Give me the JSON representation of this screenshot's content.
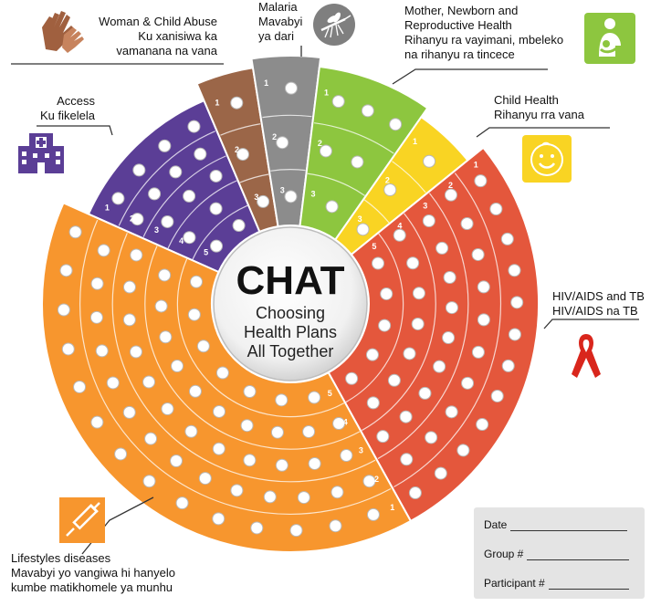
{
  "center": {
    "title": "CHAT",
    "subtitle_lines": [
      "Choosing",
      "Health Plans",
      "All Together"
    ]
  },
  "sectors": [
    {
      "id": "access",
      "color": "#5b3e96",
      "label_lines": [
        "Access",
        "Ku fikelela"
      ],
      "ring_numbers": [
        "1",
        "2",
        "3",
        "4",
        "5"
      ],
      "icon": "hospital-icon"
    },
    {
      "id": "abuse",
      "color": "#9b6648",
      "label_lines": [
        "Woman & Child Abuse",
        "Ku xanisiwa ka",
        "vamanana na vana"
      ],
      "ring_numbers": [
        "1",
        "2",
        "3"
      ],
      "icon": "hands-icon"
    },
    {
      "id": "malaria",
      "color": "#8c8c8c",
      "label_lines": [
        "Malaria",
        "Mavabyi",
        "ya dari"
      ],
      "ring_numbers": [
        "1",
        "2",
        "3"
      ],
      "icon": "mosquito-icon"
    },
    {
      "id": "maternal",
      "color": "#8dc63f",
      "label_lines": [
        "Mother, Newborn and",
        "Reproductive Health",
        "Rihanyu ra vayimani, mbeleko",
        "na rihanyu ra tincece"
      ],
      "ring_numbers": [
        "1",
        "2",
        "3"
      ],
      "icon": "mother-baby-icon"
    },
    {
      "id": "child",
      "color": "#f9d423",
      "label_lines": [
        "Child Health",
        "Rihanyu rra vana"
      ],
      "ring_numbers": [
        "1",
        "2",
        "3"
      ],
      "icon": "smiley-icon"
    },
    {
      "id": "hiv",
      "color": "#e4573c",
      "label_lines": [
        "HIV/AIDS and TB",
        "HIV/AIDS na TB"
      ],
      "ring_numbers": [
        "1",
        "2",
        "3",
        "4",
        "5"
      ],
      "icon": "red-ribbon-icon"
    },
    {
      "id": "lifestyle",
      "color": "#f7962e",
      "label_lines": [
        "Lifestyles diseases",
        "Mavabyi yo vangiwa hi hanyelo",
        "kumbe matikhomele ya munhu"
      ],
      "ring_numbers": [
        "1",
        "2",
        "3",
        "4",
        "5"
      ],
      "icon": "syringe-icon"
    }
  ],
  "form": {
    "date_label": "Date",
    "group_label": "Group #",
    "participant_label": "Participant #"
  }
}
